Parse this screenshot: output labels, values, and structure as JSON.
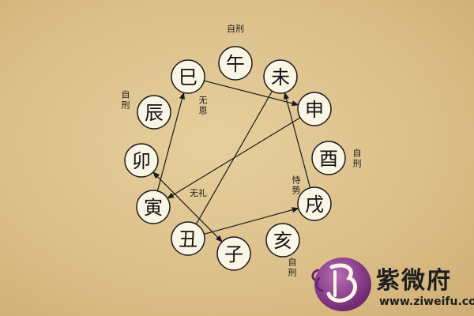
{
  "diagram": {
    "nodes": [
      {
        "id": "wu",
        "label": "午"
      },
      {
        "id": "wei",
        "label": "未"
      },
      {
        "id": "si",
        "label": "巳"
      },
      {
        "id": "chen",
        "label": "辰"
      },
      {
        "id": "shen",
        "label": "申"
      },
      {
        "id": "you",
        "label": "酉"
      },
      {
        "id": "mao",
        "label": "卯"
      },
      {
        "id": "yin",
        "label": "寅"
      },
      {
        "id": "xu",
        "label": "戌"
      },
      {
        "id": "chou",
        "label": "丑"
      },
      {
        "id": "zi",
        "label": "子"
      },
      {
        "id": "hai",
        "label": "亥"
      }
    ],
    "edges": [
      {
        "from": "yin",
        "to": "si",
        "arrow": "end"
      },
      {
        "from": "si",
        "to": "shen",
        "arrow": "end"
      },
      {
        "from": "shen",
        "to": "yin",
        "arrow": "end"
      },
      {
        "from": "wei",
        "to": "chou",
        "arrow": "none"
      },
      {
        "from": "chou",
        "to": "xu",
        "arrow": "end"
      },
      {
        "from": "xu",
        "to": "wei",
        "arrow": "end"
      },
      {
        "from": "zi",
        "to": "mao",
        "arrow": "both"
      }
    ],
    "annotations": [
      {
        "id": "wu",
        "text": "自刑"
      },
      {
        "id": "chen",
        "text": "自刑"
      },
      {
        "id": "you",
        "text": "自刑"
      },
      {
        "id": "hai",
        "text": "自刑"
      },
      {
        "id": "wuen",
        "text": "无恩"
      },
      {
        "id": "wuli",
        "text": "无礼"
      },
      {
        "id": "shishi",
        "text": "恃势"
      }
    ]
  },
  "brand": {
    "name": "紫微府",
    "url": "www.ziweifu.com",
    "accent_color": "#7b2e7f"
  }
}
